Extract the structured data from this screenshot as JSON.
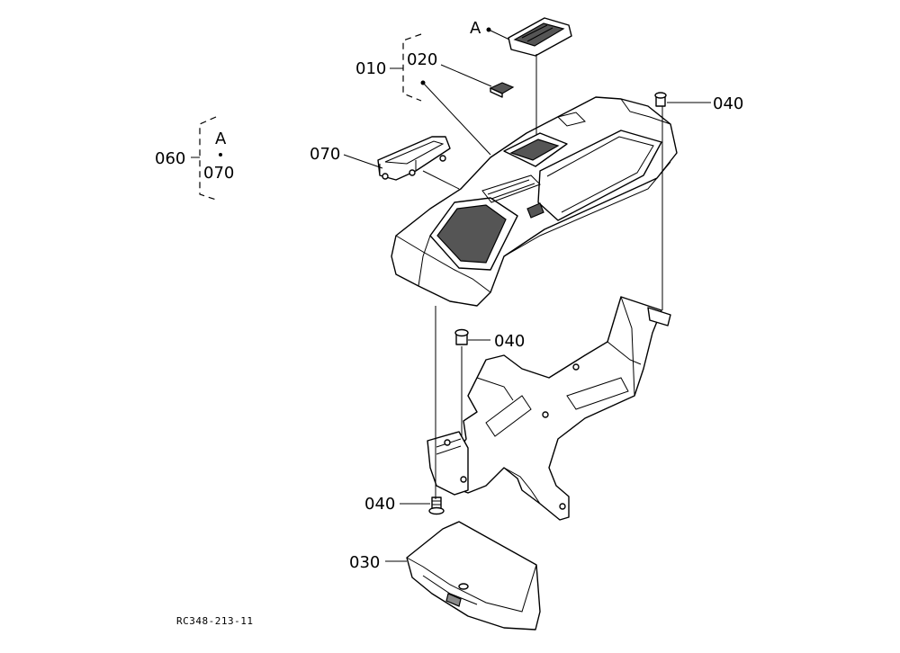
{
  "drawing_code": "RC348-213-11",
  "callouts": {
    "p010": "010",
    "p020": "020",
    "p030": "030",
    "p040_top": "040",
    "p040_mid": "040",
    "p040_bottom": "040",
    "p060": "060",
    "p070": "070",
    "group_060_ref": "A",
    "group_060_item": "070",
    "detail_ref_A": "A"
  }
}
